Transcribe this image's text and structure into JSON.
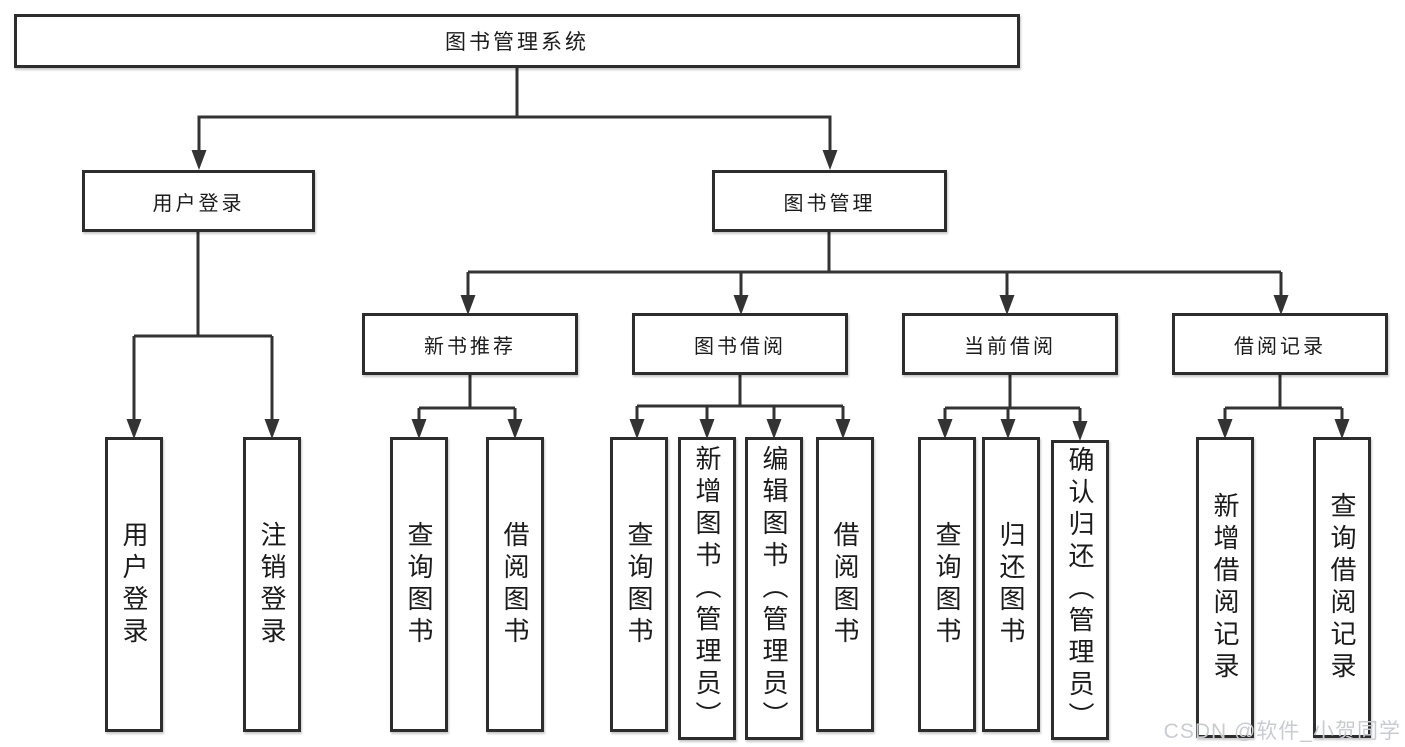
{
  "diagram": {
    "root": {
      "label": "图书管理系统"
    },
    "branches": [
      {
        "label": "用户登录",
        "children": [
          {
            "label": "用户登录"
          },
          {
            "label": "注销登录"
          }
        ]
      },
      {
        "label": "图书管理",
        "children": [
          {
            "label": "新书推荐",
            "children": [
              {
                "label": "查询图书"
              },
              {
                "label": "借阅图书"
              }
            ]
          },
          {
            "label": "图书借阅",
            "children": [
              {
                "label": "查询图书"
              },
              {
                "label": "新增图书（管理员）"
              },
              {
                "label": "编辑图书（管理员）"
              },
              {
                "label": "借阅图书"
              }
            ]
          },
          {
            "label": "当前借阅",
            "children": [
              {
                "label": "查询图书"
              },
              {
                "label": "归还图书"
              },
              {
                "label": "确认归还（管理员）"
              }
            ]
          },
          {
            "label": "借阅记录",
            "children": [
              {
                "label": "新增借阅记录"
              },
              {
                "label": "查询借阅记录"
              }
            ]
          }
        ]
      }
    ]
  },
  "watermark": {
    "text": "CSDN @软件_小贺同学",
    "color": "#c8ccd2"
  },
  "colors": {
    "line": "#333333",
    "box_border": "#2d2d2d",
    "text": "#1b1b1b",
    "background": "#ffffff"
  }
}
